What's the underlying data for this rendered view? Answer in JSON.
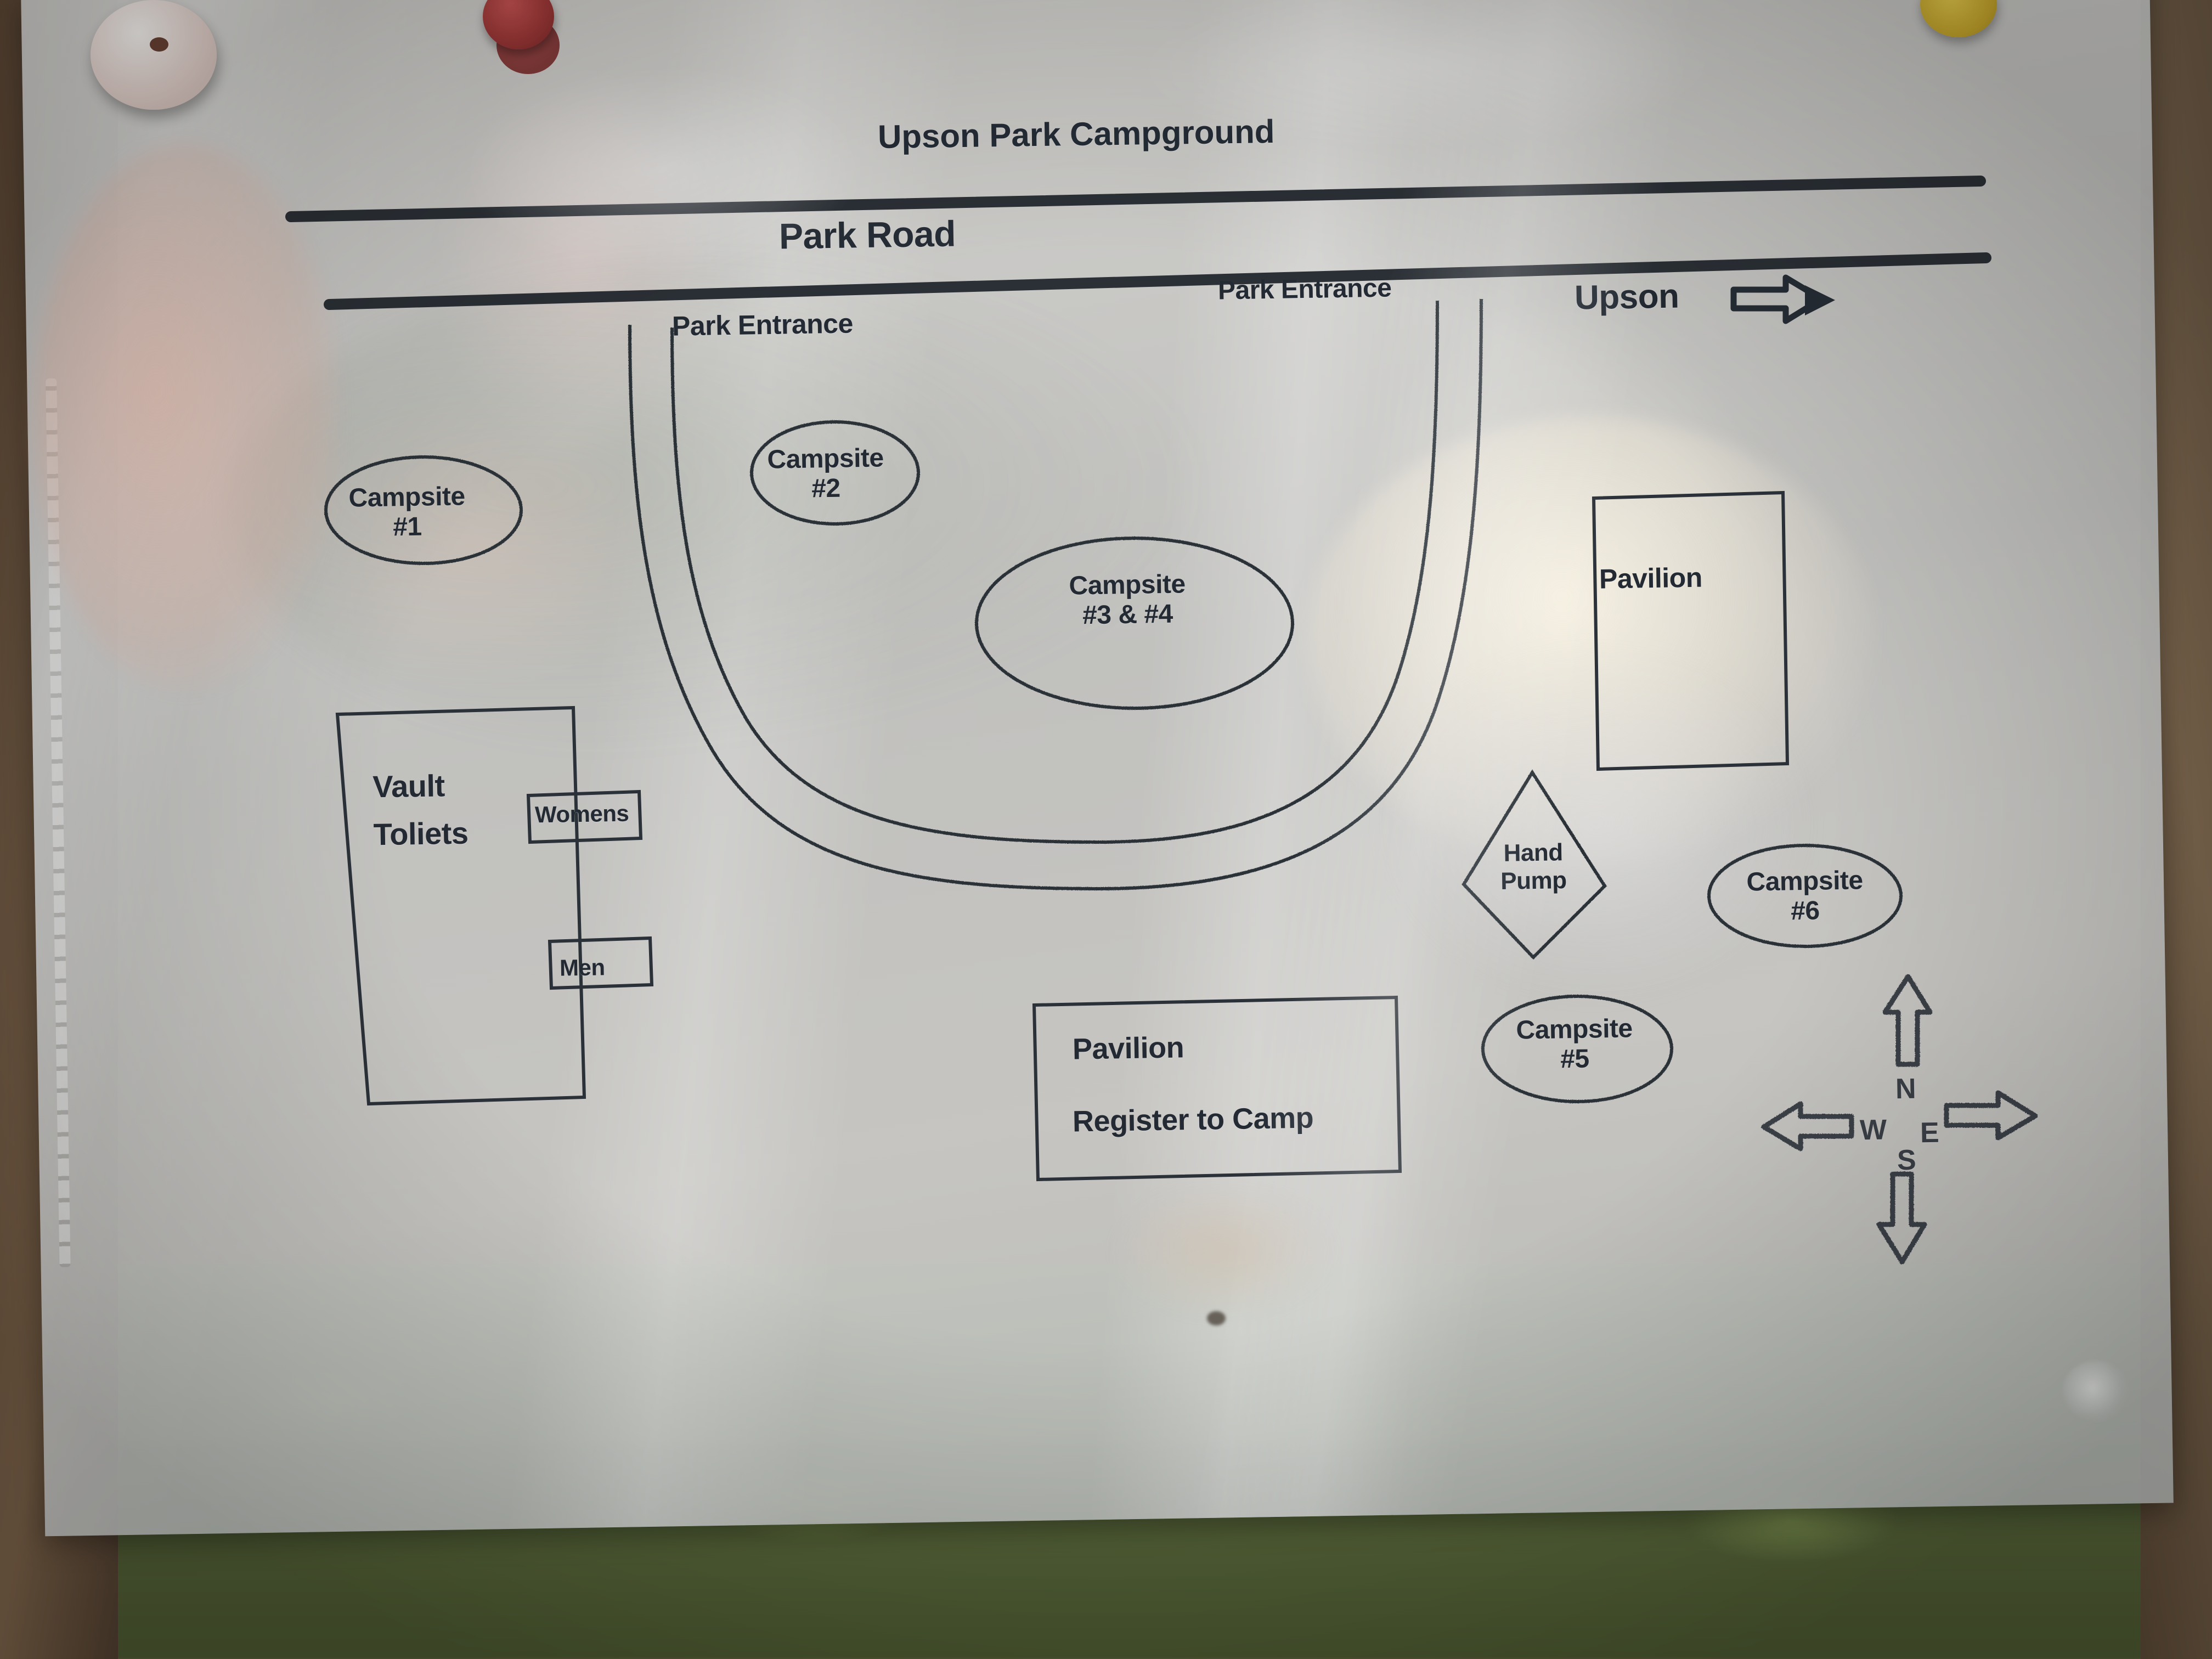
{
  "map": {
    "title": "Upson Park Campground",
    "road": {
      "label": "Park Road",
      "entrance_left": "Park Entrance",
      "entrance_right": "Park Entrance",
      "direction_town": "Upson",
      "direction_arrow_icon": "right-arrow-icon"
    },
    "campsites": [
      {
        "id": "1",
        "label_line1": "Campsite",
        "label_line2": "#1"
      },
      {
        "id": "2",
        "label_line1": "Campsite",
        "label_line2": "#2"
      },
      {
        "id": "3and4",
        "label_line1": "Campsite",
        "label_line2": "#3 & #4"
      },
      {
        "id": "5",
        "label_line1": "Campsite",
        "label_line2": "#5"
      },
      {
        "id": "6",
        "label_line1": "Campsite",
        "label_line2": "#6"
      }
    ],
    "facilities": {
      "vault_toilets": {
        "line1": "Vault",
        "line2": "Toliets",
        "womens": "Womens",
        "men": "Men"
      },
      "pavilion_north": "Pavilion",
      "pavilion_register": {
        "line1": "Pavilion",
        "line2": "Register to Camp"
      },
      "hand_pump": {
        "line1": "Hand",
        "line2": "Pump"
      }
    },
    "compass": {
      "north": "N",
      "south": "S",
      "east": "E",
      "west": "W",
      "north_arrow_icon": "up-arrow-icon",
      "south_arrow_icon": "down-arrow-icon",
      "east_arrow_icon": "right-arrow-icon",
      "west_arrow_icon": "left-arrow-icon"
    },
    "colors": {
      "ink": "#232a33",
      "paper": "#cfd0ce",
      "road": "#2b3036"
    }
  }
}
